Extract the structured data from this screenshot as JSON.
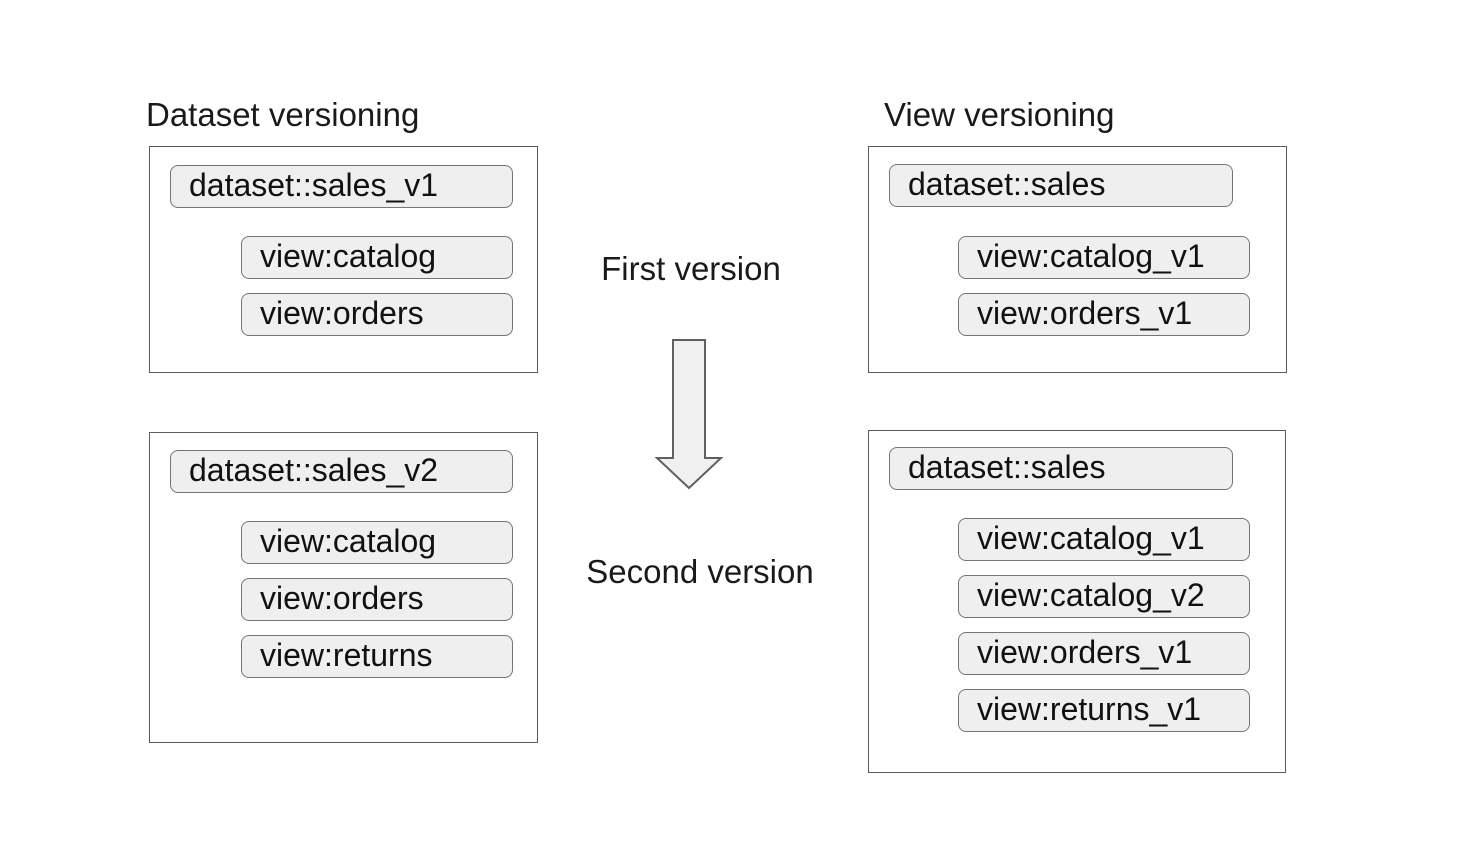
{
  "columns": {
    "left": {
      "heading": "Dataset versioning",
      "boxes": [
        {
          "dataset": "dataset::sales_v1",
          "views": [
            "view:catalog",
            "view:orders"
          ]
        },
        {
          "dataset": "dataset::sales_v2",
          "views": [
            "view:catalog",
            "view:orders",
            "view:returns"
          ]
        }
      ]
    },
    "right": {
      "heading": "View versioning",
      "boxes": [
        {
          "dataset": "dataset::sales",
          "views": [
            "view:catalog_v1",
            "view:orders_v1"
          ]
        },
        {
          "dataset": "dataset::sales",
          "views": [
            "view:catalog_v1",
            "view:catalog_v2",
            "view:orders_v1",
            "view:returns_v1"
          ]
        }
      ]
    }
  },
  "middle": {
    "first_label": "First version",
    "second_label": "Second version",
    "arrow_icon": "down-arrow"
  },
  "colors": {
    "background": "#ffffff",
    "box_border": "#5b5b5b",
    "pill_fill": "#efefef",
    "pill_border": "#757575",
    "arrow_fill": "#f0f0f0",
    "arrow_stroke": "#606060",
    "text": "#1a1a1a"
  }
}
